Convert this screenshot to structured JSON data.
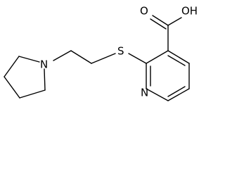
{
  "molecule": {
    "labels": {
      "carboxyl_oxygen": "O",
      "hydroxyl": "OH",
      "sulfur": "S",
      "pyridine_nitrogen": "N",
      "pyrrolidine_nitrogen": "N"
    }
  }
}
